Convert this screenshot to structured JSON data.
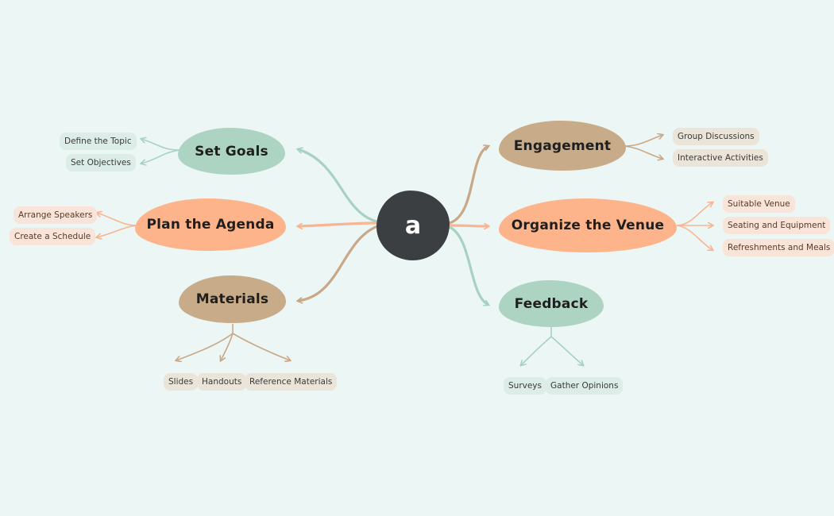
{
  "colors": {
    "background": "#ecf6f5",
    "center": "#3b3f42",
    "green": "#add3c3",
    "orange": "#fdb48a",
    "tan": "#c8ab88",
    "green_line": "#a7d2c2",
    "orange_line": "#f9b592",
    "tan_line": "#c9a887"
  },
  "center": {
    "label": "a"
  },
  "branches": {
    "set_goals": {
      "label": "Set Goals",
      "children": [
        "Define the Topic",
        "Set Objectives"
      ]
    },
    "plan_agenda": {
      "label": "Plan the Agenda",
      "children": [
        "Arrange Speakers",
        "Create a Schedule"
      ]
    },
    "materials": {
      "label": "Materials",
      "children": [
        "Slides",
        "Handouts",
        "Reference Materials"
      ]
    },
    "engagement": {
      "label": "Engagement",
      "children": [
        "Group Discussions",
        "Interactive Activities"
      ]
    },
    "venue": {
      "label": "Organize the Venue",
      "children": [
        "Suitable Venue",
        "Seating and Equipment",
        "Refreshments and Meals"
      ]
    },
    "feedback": {
      "label": "Feedback",
      "children": [
        "Surveys",
        "Gather Opinions"
      ]
    }
  }
}
